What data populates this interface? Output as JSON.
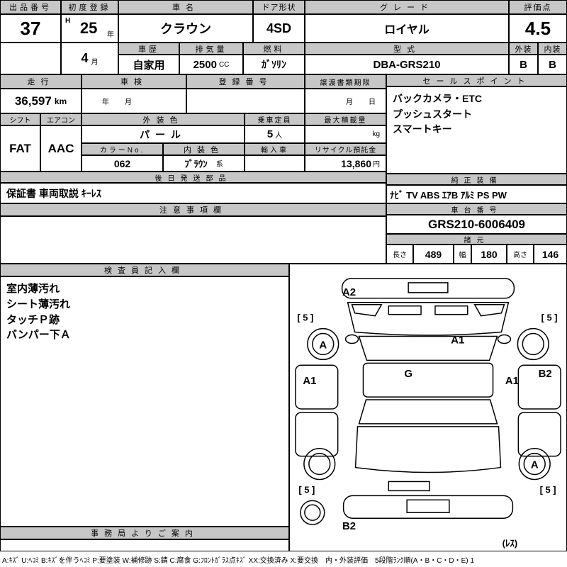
{
  "top": {
    "exhibit_no_label": "出品番号",
    "exhibit_no": "37",
    "first_reg_label": "初度登録",
    "first_reg_era": "H",
    "first_reg_year": "25",
    "year_suffix": "年",
    "first_reg_month": "4",
    "month_suffix": "月",
    "car_name_label": "車名",
    "car_name": "クラウン",
    "door_label": "ドア形状",
    "door": "4SD",
    "grade_label": "グレード",
    "grade": "ロイヤル",
    "score_label": "評価点",
    "score": "4.5",
    "history_label": "車歴",
    "history": "自家用",
    "displacement_label": "排気量",
    "displacement": "2500",
    "displacement_unit": "CC",
    "fuel_label": "燃料",
    "fuel": "ｶﾞｿﾘﾝ",
    "model_label": "型式",
    "model": "DBA-GRS210",
    "exterior_label": "外装",
    "interior_label": "内装",
    "exterior_grade": "B",
    "interior_grade": "B"
  },
  "band2": {
    "mileage_label": "走行",
    "mileage": "36,597",
    "mileage_unit": "km",
    "shaken_label": "車検",
    "shaken_placeholder": "年　月",
    "reg_no_label": "登録番号",
    "transfer_label": "譲渡書類期限",
    "transfer_placeholder": "月　日",
    "sales_label": "セールスポイント",
    "sales_points": [
      "バックカメラ・ETC",
      "プッシュスタート",
      "スマートキー"
    ]
  },
  "band3": {
    "shift_label": "シフト",
    "shift": "FAT",
    "aircon_label": "エアコン",
    "aircon": "AAC",
    "ext_color_label": "外装色",
    "ext_color": "パール",
    "capacity_label": "乗車定員",
    "capacity": "5",
    "capacity_unit": "人",
    "max_load_label": "最大積載量",
    "max_load_unit": "kg",
    "color_no_label": "カラーNo.",
    "color_no": "062",
    "int_color_label": "内装色",
    "int_color": "ﾌﾞﾗｳﾝ",
    "int_color_suffix": "系",
    "import_label": "輸入車",
    "recycle_label": "リサイクル預託金",
    "recycle": "13,860",
    "recycle_unit": "円"
  },
  "band4": {
    "later_parts_label": "後日発送部品",
    "later_parts": "保証書 車両取説 ｷｰﾚｽ",
    "equipment_label": "純正装備",
    "equipment": "ﾅﾋﾞ TV ABS ｴｱB ｱﾙﾐ PS PW"
  },
  "band5": {
    "caution_label": "注意事項欄",
    "chassis_label": "車台番号",
    "chassis_no": "GRS210-6006409",
    "spec_label": "諸元",
    "length_label": "長さ",
    "length": "489",
    "width_label": "幅",
    "width": "180",
    "height_label": "高さ",
    "height": "146"
  },
  "inspection": {
    "label": "検査員記入欄",
    "notes": [
      "室内薄汚れ",
      "シート薄汚れ",
      "タッチＰ跡",
      "バンパー下Ａ"
    ],
    "office_label": "事務局よりご案内"
  },
  "diagram": {
    "hood_label": "A2",
    "windshield_label": "A1",
    "glass_label": "G",
    "left_door_label": "A1",
    "right_door_label": "A1",
    "right_side_label": "B2",
    "front_left_wheel_label": "A",
    "rear_right_wheel_label": "A",
    "rear_bumper_label": "B2",
    "tire_fl": "[ 5 ]",
    "tire_fr": "[ 5 ]",
    "tire_rl": "[ 5 ]",
    "tire_rr": "[ 5 ]",
    "spare_label": "(ﾚｽ)"
  },
  "legend": "A:ｷｽﾞ U:ﾍｺﾐ B:ｷｽﾞを伴うﾍｺﾐ P:要塗装 W:補修跡 S:錆 C:腐食 G:ﾌﾛﾝﾄｶﾞﾗｽ点ｷｽﾞ XX:交換済み X:要交換　内・外装評価　5段階ﾗﾝｸ順(A・B・C・D・E) 1"
}
